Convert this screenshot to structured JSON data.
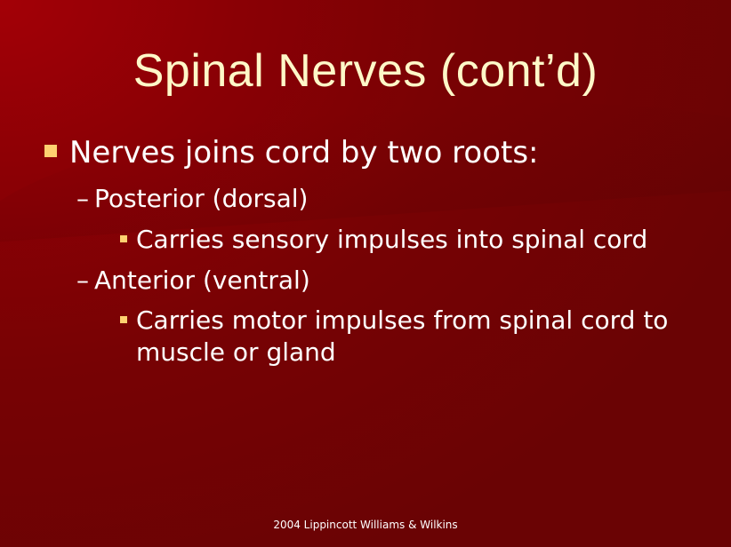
{
  "slide": {
    "title": "Spinal Nerves (cont’d)",
    "bullets": [
      {
        "text": "Nerves joins cord by two roots:",
        "sub": [
          {
            "text": "Posterior (dorsal)",
            "sub": [
              {
                "text": "Carries sensory impulses into spinal cord"
              }
            ]
          },
          {
            "text": "Anterior (ventral)",
            "sub": [
              {
                "text": "Carries motor impulses from spinal cord to muscle or gland"
              }
            ]
          }
        ]
      }
    ],
    "dash_glyph": "–",
    "footer": "2004 Lippincott Williams & Wilkins"
  },
  "colors": {
    "background": "#7a0204",
    "title": "#fff8c8",
    "text": "#ffffff",
    "bullet": "#ffd070"
  }
}
